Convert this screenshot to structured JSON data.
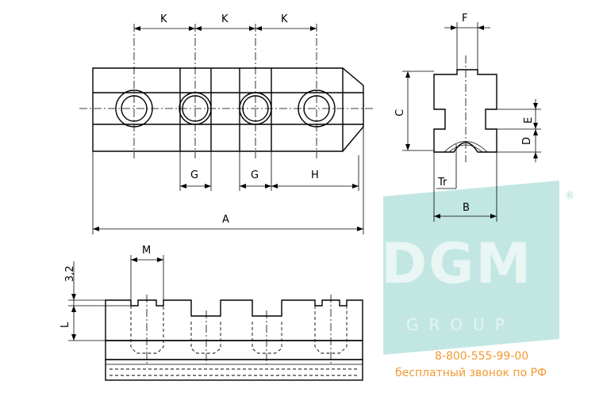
{
  "dimensions": {
    "k1": "K",
    "k2": "K",
    "k3": "K",
    "g1": "G",
    "g2": "G",
    "h": "H",
    "a": "A",
    "f": "F",
    "c": "C",
    "e": "E",
    "d": "D",
    "tr": "Tr",
    "b": "B",
    "m": "M",
    "t32": "3,2",
    "l": "L"
  },
  "watermark": {
    "logo": "DGM",
    "group": "GROUP",
    "reg": "®",
    "color": "#8fd3cc"
  },
  "contact": {
    "phone": "8-800-555-99-00",
    "note": "бесплатный звонок по РФ",
    "color": "#f39a33"
  }
}
